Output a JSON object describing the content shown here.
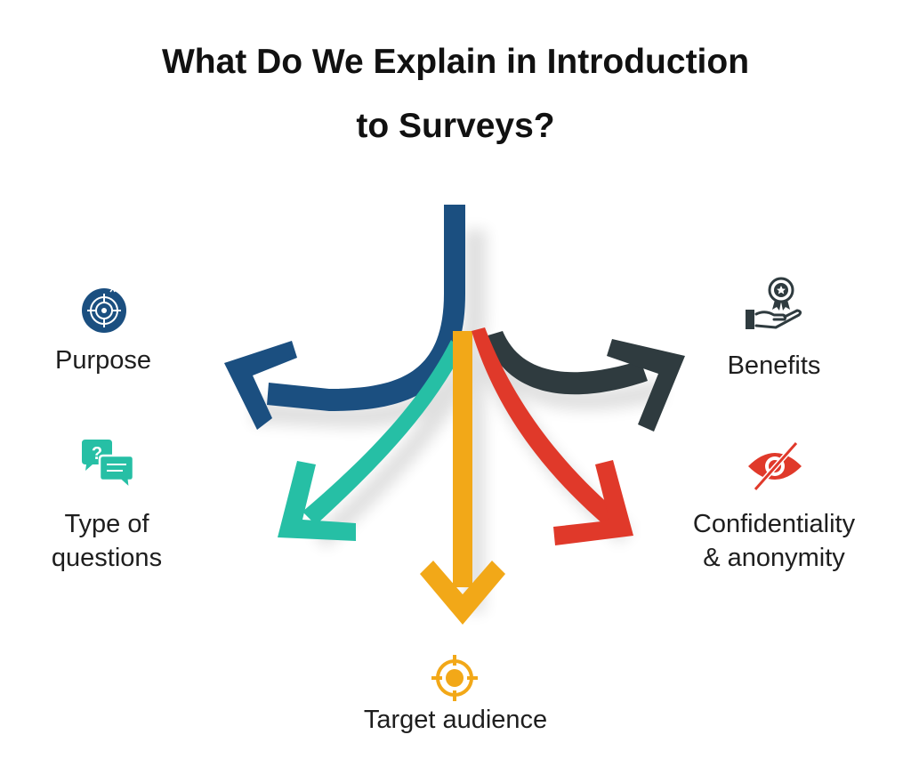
{
  "title": {
    "line1": "What Do We Explain in Introduction",
    "line2": "to Surveys?"
  },
  "items": [
    {
      "key": "purpose",
      "label_lines": [
        "Purpose"
      ],
      "color": "#1b4f80",
      "icon": "target-icon"
    },
    {
      "key": "type_of_questions",
      "label_lines": [
        "Type of",
        "questions"
      ],
      "color": "#26bfa5",
      "icon": "question-chat-icon"
    },
    {
      "key": "target_audience",
      "label_lines": [
        "Target audience"
      ],
      "color": "#f2a818",
      "icon": "crosshair-icon"
    },
    {
      "key": "confidentiality",
      "label_lines": [
        "Confidentiality",
        "& anonymity"
      ],
      "color": "#e0392a",
      "icon": "eye-slash-icon"
    },
    {
      "key": "benefits",
      "label_lines": [
        "Benefits"
      ],
      "color": "#2f3b3f",
      "icon": "award-hand-icon"
    }
  ],
  "colors": {
    "blue": "#1b4f80",
    "teal": "#26bfa5",
    "yellow": "#f2a818",
    "red": "#e0392a",
    "dark": "#2f3b3f",
    "text": "#1e1e1e"
  }
}
